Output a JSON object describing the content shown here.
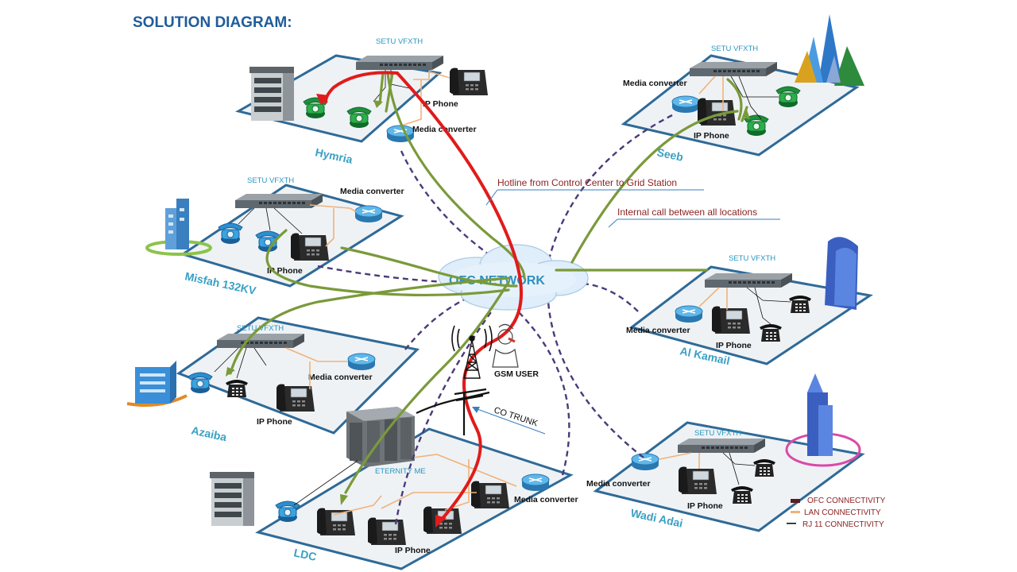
{
  "title": "SOLUTION DIAGRAM:",
  "hub": "OFC NETWORK",
  "annotations": {
    "hotline": "Hotline from Control Center to Grid Station",
    "internal": "Internal call between all locations",
    "co_trunk": "CO TRUNK",
    "gsm_user": "GSM USER"
  },
  "sites": {
    "hymria": {
      "name": "Hymria",
      "switch": "SETU  VFXTH",
      "ip_phone": "IP Phone",
      "media_converter": "Media converter"
    },
    "seeb": {
      "name": "Seeb",
      "switch": "SETU  VFXTH",
      "ip_phone": "IP Phone",
      "media_converter": "Media converter"
    },
    "misfah": {
      "name": "Misfah 132KV",
      "switch": "SETU  VFXTH",
      "ip_phone": "IP Phone",
      "media_converter": "Media converter"
    },
    "alkamail": {
      "name": "Al Kamail",
      "switch": "SETU  VFXTH",
      "ip_phone": "IP Phone",
      "media_converter": "Media converter"
    },
    "azaiba": {
      "name": "Azaiba",
      "switch": "SETU  VFXTH",
      "ip_phone": "IP Phone",
      "media_converter": "Media converter"
    },
    "wadiadai": {
      "name": "Wadi Adai",
      "switch": "SETU  VFXTH",
      "ip_phone": "IP Phone",
      "media_converter": "Media converter"
    },
    "ldc": {
      "name": "LDC",
      "switch": "ETERNITY  ME",
      "ip_phone": "IP Phone",
      "media_converter": "Media converter"
    }
  },
  "legend": [
    {
      "label": "OFC CONNECTIVITY",
      "color": "#5a1e1e"
    },
    {
      "label": "LAN CONNECTIVITY",
      "color": "#f2b27a"
    },
    {
      "label": "RJ 11 CONNECTIVITY",
      "color": "#111111"
    }
  ],
  "colors": {
    "title": "#1f5c99",
    "site_label": "#3aa0c4",
    "ofc_line": "#4a3a7a",
    "internal_call": "#7a9a3a",
    "hotline": "#e01b1b",
    "annotation": "#8b2323"
  }
}
